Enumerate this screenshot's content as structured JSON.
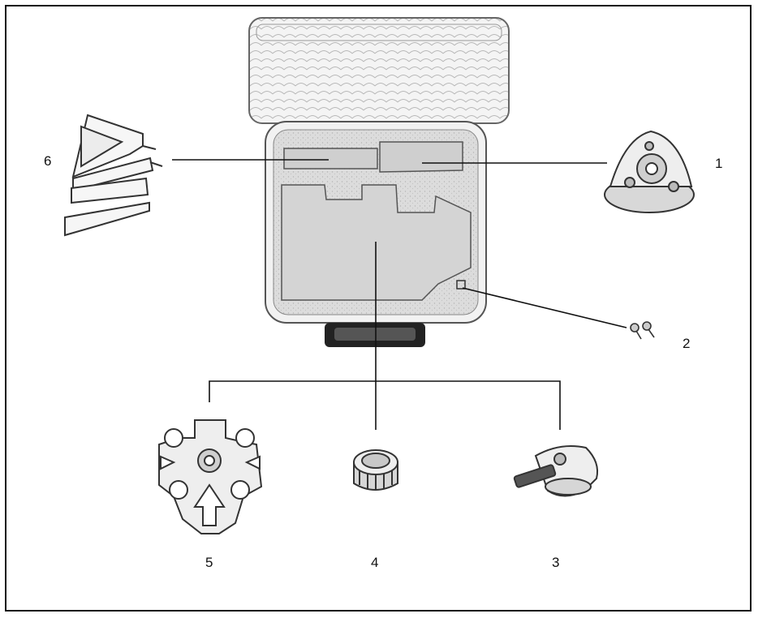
{
  "labels": {
    "item1": "1",
    "item2": "2",
    "item3": "3",
    "item4": "4",
    "item5": "5",
    "item6": "6"
  }
}
